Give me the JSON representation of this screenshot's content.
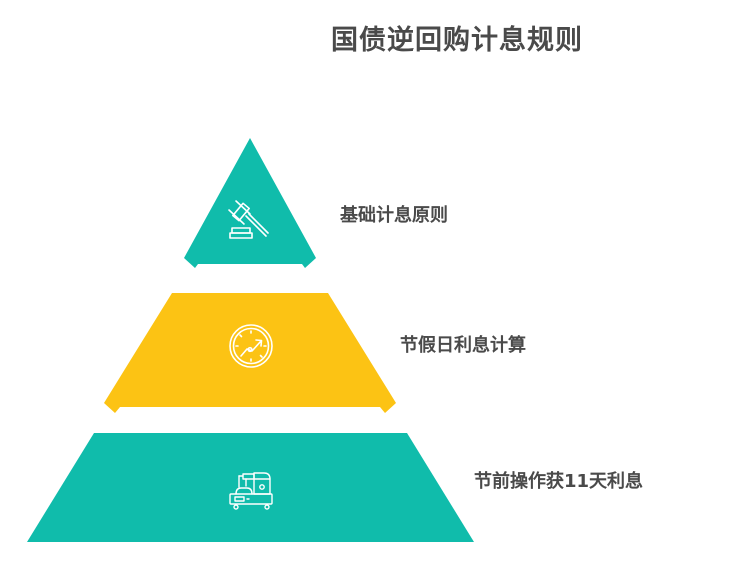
{
  "title": "国债逆回购计息规则",
  "colors": {
    "teal": "#10bcab",
    "yellow": "#fcc314",
    "text": "#4a4a4a",
    "icon_stroke": "#ffffff"
  },
  "tiers": [
    {
      "level": 1,
      "label": "基础计息原则",
      "icon": "gavel-icon",
      "color": "#10bcab"
    },
    {
      "level": 2,
      "label": "节假日利息计算",
      "icon": "clock-growth-icon",
      "color": "#fcc314"
    },
    {
      "level": 3,
      "label": "节前操作获11天利息",
      "icon": "machine-icon",
      "color": "#10bcab"
    }
  ]
}
